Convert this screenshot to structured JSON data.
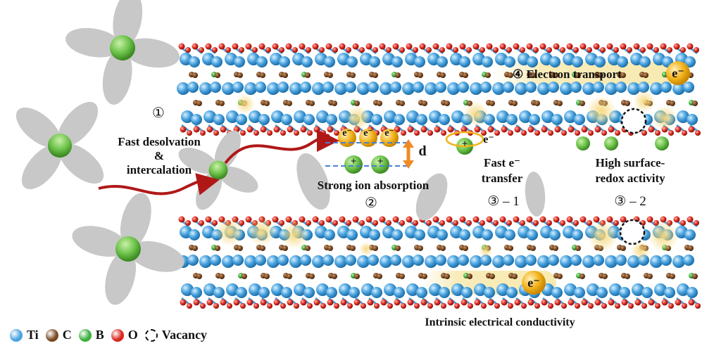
{
  "labels": {
    "step1_num": "①",
    "step1_line1": "Fast desolvation",
    "step1_line2": "&",
    "step1_line3": "intercalation",
    "step2_text": "Strong ion absorption",
    "step2_num": "②",
    "d_label": "d",
    "step3a_line1": "Fast e⁻",
    "step3a_line2": "transfer",
    "step3a_num": "③ – 1",
    "step3b_line1": "High surface-",
    "step3b_line2": "redox activity",
    "step3b_num": "③ – 2",
    "step4_text": "④  Electron transport",
    "electron": "e⁻",
    "plus": "+",
    "bottom_caption": "Intrinsic electrical conductivity"
  },
  "legend": [
    {
      "label": "Ti",
      "color": "#4aa3df",
      "kind": "atom"
    },
    {
      "label": "C",
      "color": "#7a4a22",
      "kind": "atom"
    },
    {
      "label": "B",
      "color": "#3cae3c",
      "kind": "atom"
    },
    {
      "label": "O",
      "color": "#d9261c",
      "kind": "atom"
    },
    {
      "label": "Vacancy",
      "color": "#111111",
      "kind": "vacancy"
    }
  ],
  "colors": {
    "ti": "#4aa3df",
    "c": "#7a4a22",
    "b": "#3cae3c",
    "o": "#d9261c",
    "ion": "#6cc24a",
    "petal": "#c8c8c8",
    "electron": "#f2b21c",
    "glow": "#f6d77a",
    "arrow": "#b01818",
    "d_arrow": "#f08a24"
  }
}
